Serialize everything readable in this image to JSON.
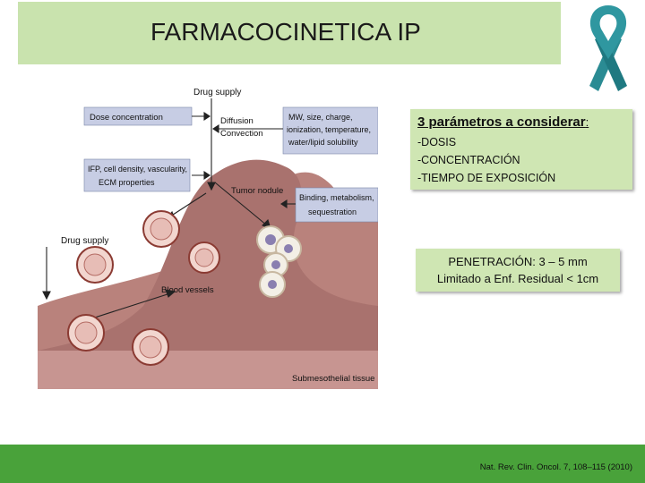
{
  "title": "FARMACOCINETICA IP",
  "diagram": {
    "drug_supply_top": "Drug supply",
    "drug_supply_left": "Drug supply",
    "dose_concentration": "Dose concentration",
    "ip_props_line1": "IFP, cell density, vascularity,",
    "ip_props_line2": "ECM properties",
    "diffusion": "Diffusion",
    "convection": "Convection",
    "mw_line1": "MW, size, charge,",
    "mw_line2": "ionization, temperature,",
    "mw_line3": "water/lipid solubility",
    "tumor_nodule": "Tumor nodule",
    "binding_line1": "Binding, metabolism,",
    "binding_line2": "sequestration",
    "blood_vessels": "Blood vessels",
    "submesothelial": "Submesothelial tissue"
  },
  "params_box": {
    "heading": "3 parámetros a considerar",
    "colon": ":",
    "items": [
      "-DOSIS",
      "-CONCENTRACIÓN",
      "-TIEMPO DE EXPOSICIÓN"
    ]
  },
  "penetration_box": {
    "line1": "PENETRACIÓN: 3 – 5 mm",
    "line2": "Limitado a Enf. Residual < 1cm"
  },
  "citation": "Nat. Rev. Clin. Oncol. 7, 108–115 (2010)",
  "colors": {
    "title_bg": "#c9e3ae",
    "footer": "#49a23a",
    "ribbon": "#2a8b93",
    "tissue": "#b9827c",
    "label_box": "#c7cde4"
  }
}
